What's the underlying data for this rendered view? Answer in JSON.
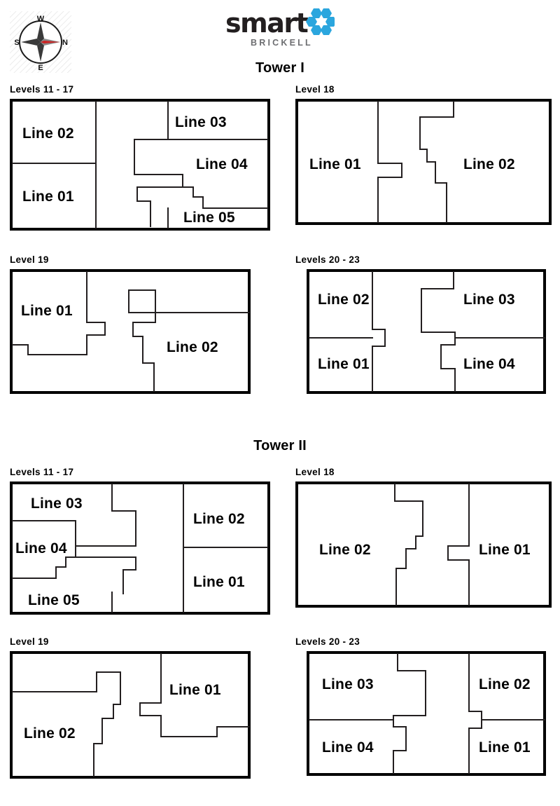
{
  "header": {
    "compass": {
      "name": "compass-rose",
      "north": "N",
      "south": "S",
      "east": "E",
      "west": "W"
    },
    "logo": {
      "word": "smart",
      "sub": "BRICKELL",
      "mark": "hexagon-flower-icon",
      "mark_color": "#2ba6de",
      "word_color": "#231f20",
      "sub_color": "#6d6e71"
    }
  },
  "towers": [
    {
      "title": "Tower I",
      "plans": [
        {
          "caption": "Levels 11 - 17",
          "units": [
            "Line 02",
            "Line 01",
            "Line 03",
            "Line 04",
            "Line 05"
          ]
        },
        {
          "caption": "Level 18",
          "units": [
            "Line 01",
            "Line 02"
          ]
        },
        {
          "caption": "Level 19",
          "units": [
            "Line 01",
            "Line 02"
          ]
        },
        {
          "caption": "Levels 20 - 23",
          "units": [
            "Line 02",
            "Line 01",
            "Line 03",
            "Line 04"
          ]
        }
      ]
    },
    {
      "title": "Tower II",
      "plans": [
        {
          "caption": "Levels 11 - 17",
          "units": [
            "Line 03",
            "Line 04",
            "Line 05",
            "Line 02",
            "Line 01"
          ]
        },
        {
          "caption": "Level 18",
          "units": [
            "Line 02",
            "Line 01"
          ]
        },
        {
          "caption": "Level 19",
          "units": [
            "Line 02",
            "Line 01"
          ]
        },
        {
          "caption": "Levels 20 - 23",
          "units": [
            "Line 03",
            "Line 02",
            "Line 04",
            "Line 01"
          ]
        }
      ]
    }
  ]
}
